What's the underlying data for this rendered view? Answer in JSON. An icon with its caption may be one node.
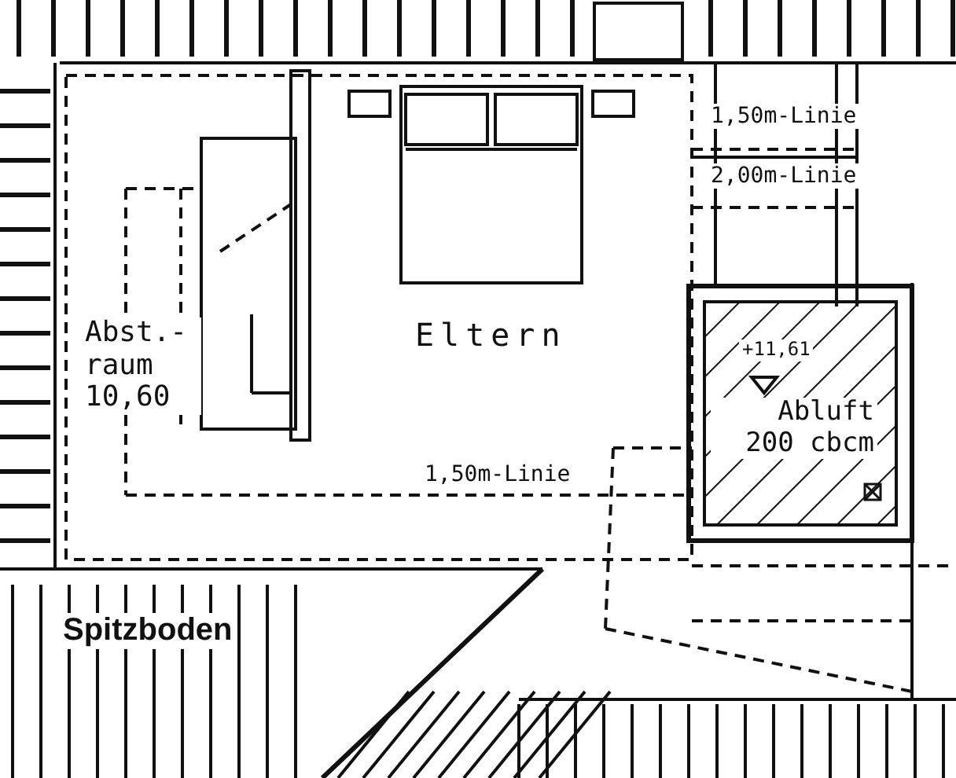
{
  "diagram": {
    "labels": [
      "1,50m-Linie",
      "2,00m-Linie",
      "Abst.- raum 10,60",
      "Eltern",
      "+11,61",
      "Abluft 200 cbcm",
      "1,50m-Linie",
      "Spitzboden"
    ]
  }
}
